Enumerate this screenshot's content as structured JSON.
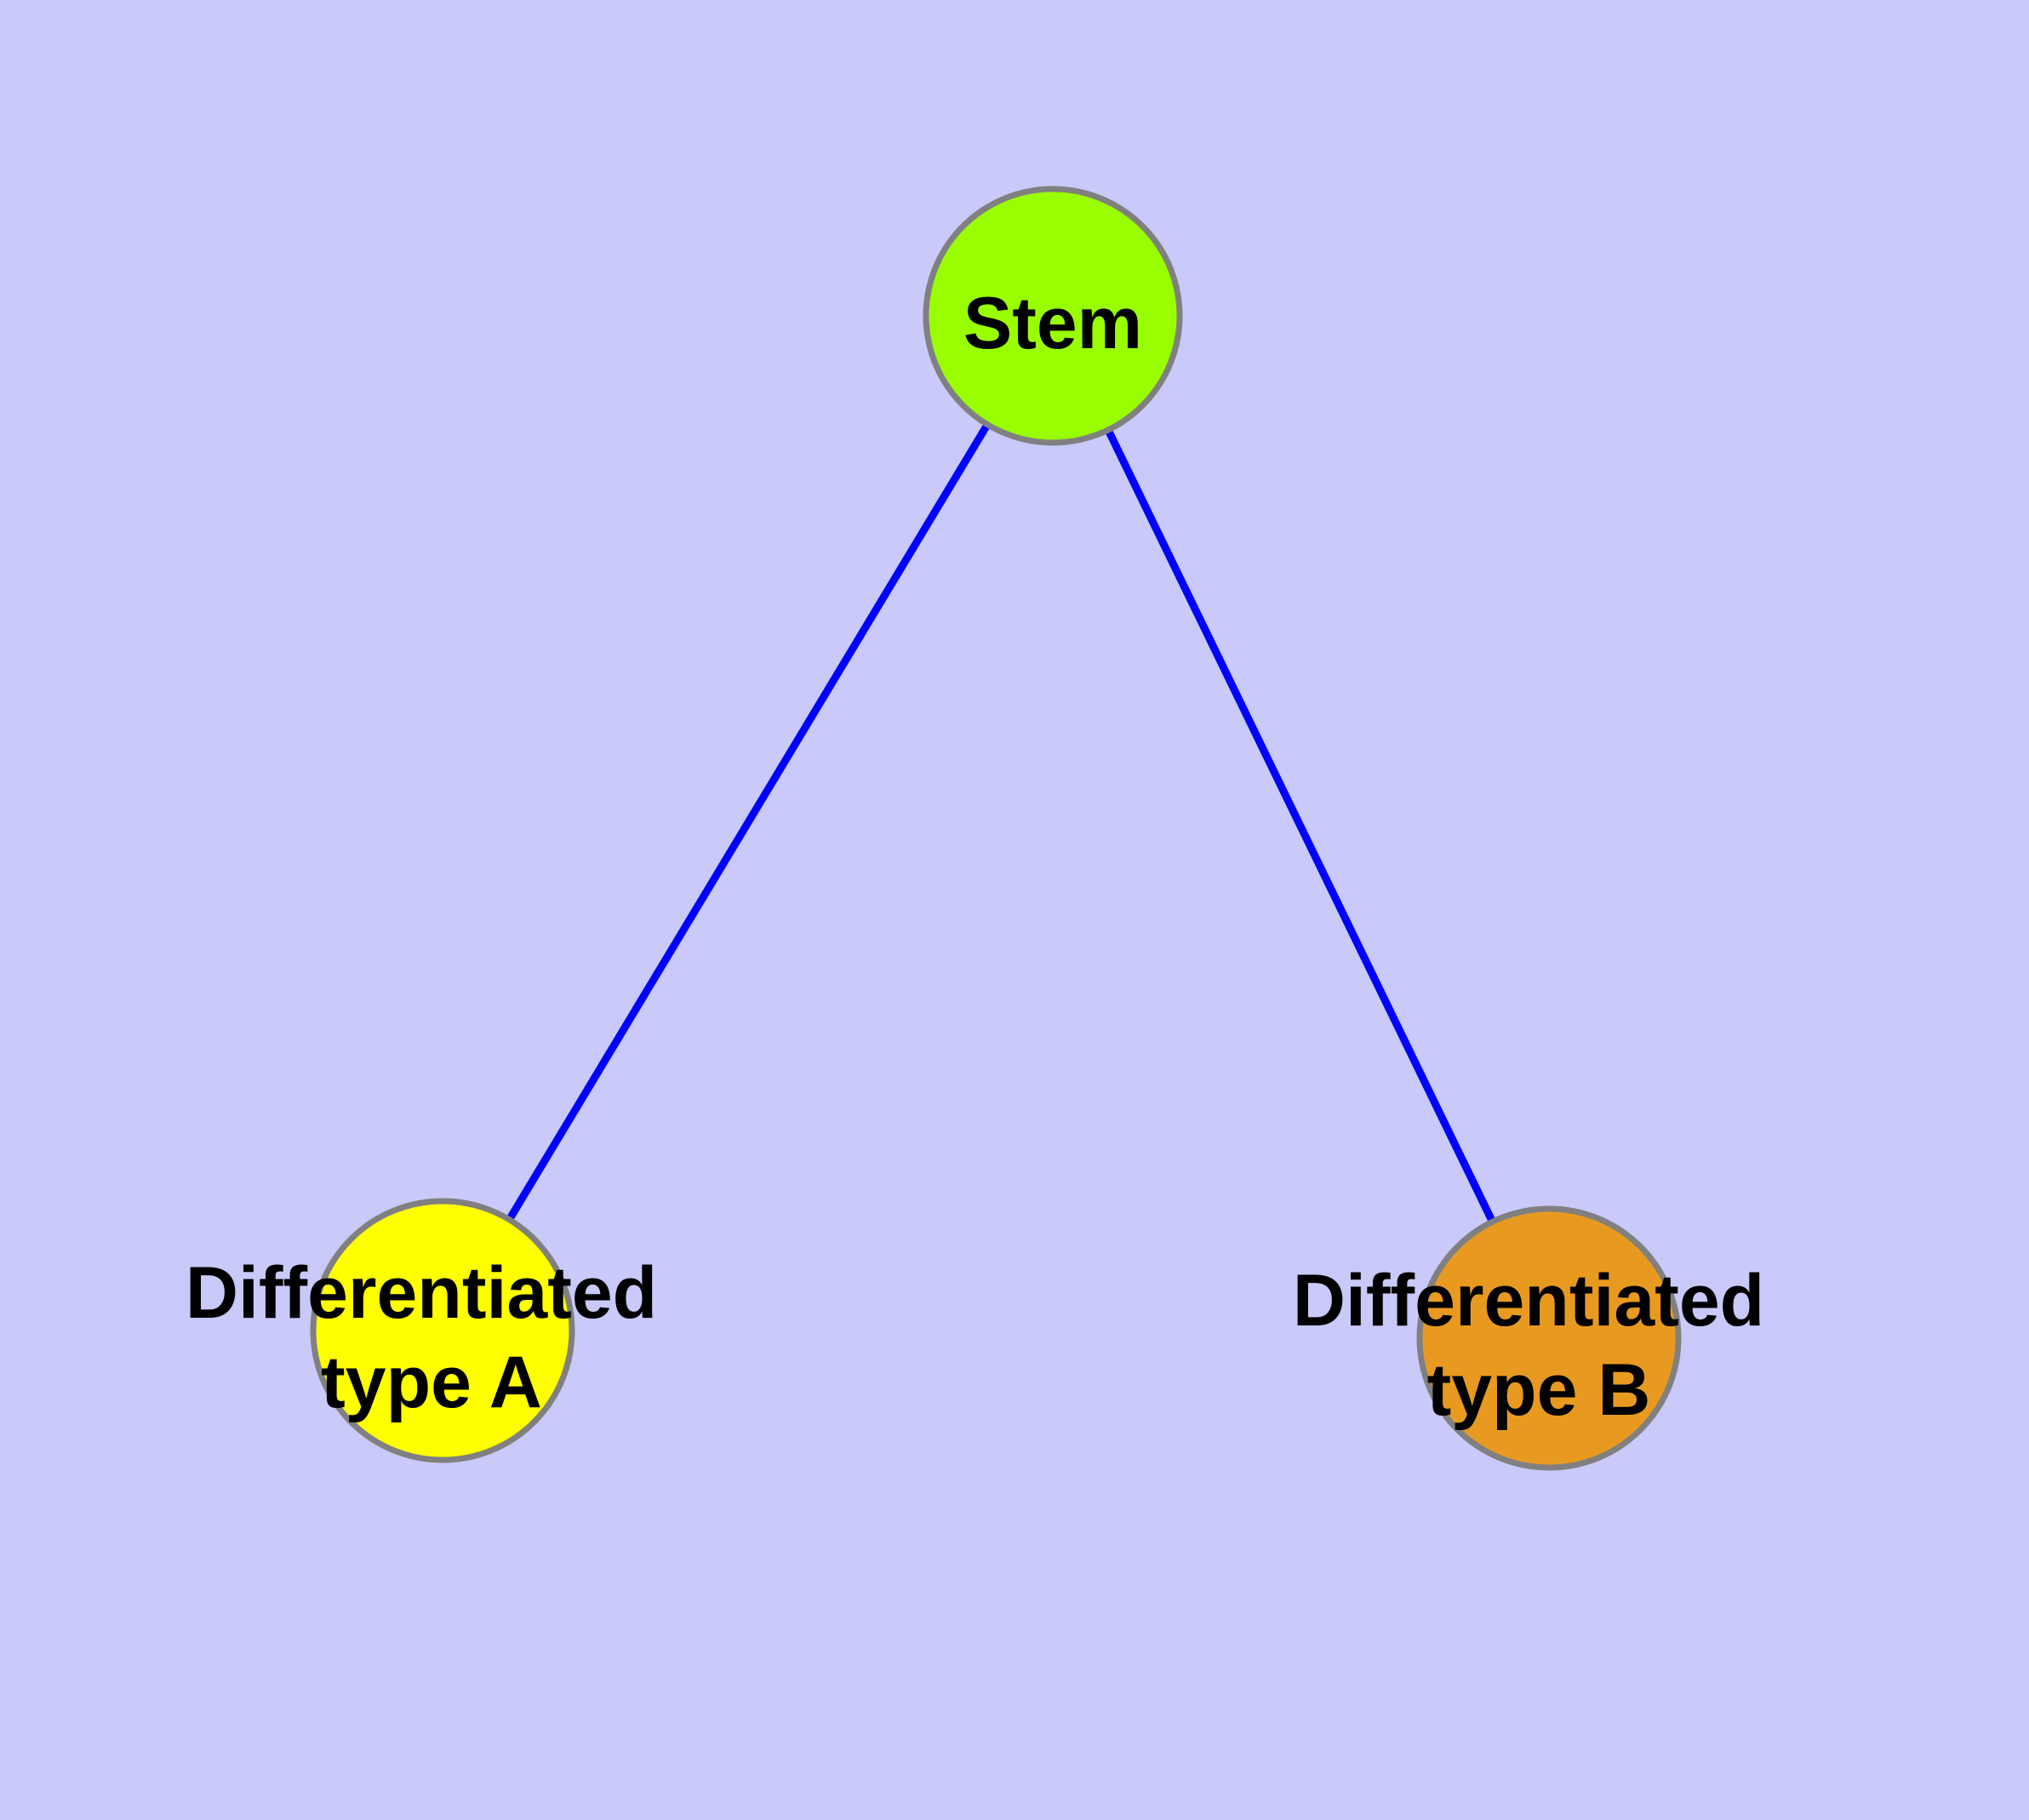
{
  "colors": {
    "background": "#C9C9FA",
    "edge": "#0000FF",
    "node_border": "#808080",
    "label_text": "#000000"
  },
  "graph": {
    "type": "node-link-diagram",
    "nodes": [
      {
        "id": "stem",
        "label": "Stem",
        "fill": "#99FF00",
        "shape": "circle"
      },
      {
        "id": "type_a",
        "label": "Differentiated type A",
        "label_line1": "Differentiated",
        "label_line2": "type A",
        "fill": "#FFFF00",
        "shape": "circle"
      },
      {
        "id": "type_b",
        "label": "Differentiated type B",
        "label_line1": "Differentiated",
        "label_line2": "type B",
        "fill": "#E89A20",
        "shape": "circle"
      }
    ],
    "edges": [
      {
        "from": "stem",
        "to": "type_a"
      },
      {
        "from": "stem",
        "to": "type_b"
      }
    ]
  }
}
